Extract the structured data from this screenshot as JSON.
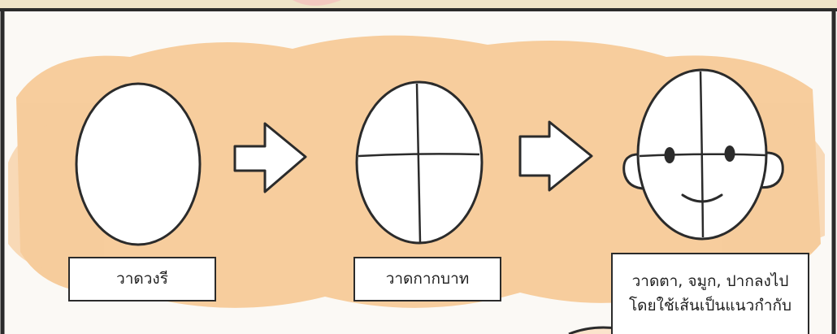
{
  "steps": [
    {
      "caption": "วาดวงรี"
    },
    {
      "caption": "วาดกากบาท"
    },
    {
      "caption_line1": "วาดตา, จมูก, ปากลงไป",
      "caption_line2": "โดยใช้เส้นเป็นแนวกำกับ"
    }
  ],
  "colors": {
    "wash": "#f6c58d",
    "outline": "#2b2b2b",
    "background": "#fbf9f5",
    "arrow_fill": "#ffffff"
  },
  "icons": [
    "oval-face-icon",
    "oval-with-cross-icon",
    "face-with-features-icon",
    "right-arrow-icon"
  ]
}
